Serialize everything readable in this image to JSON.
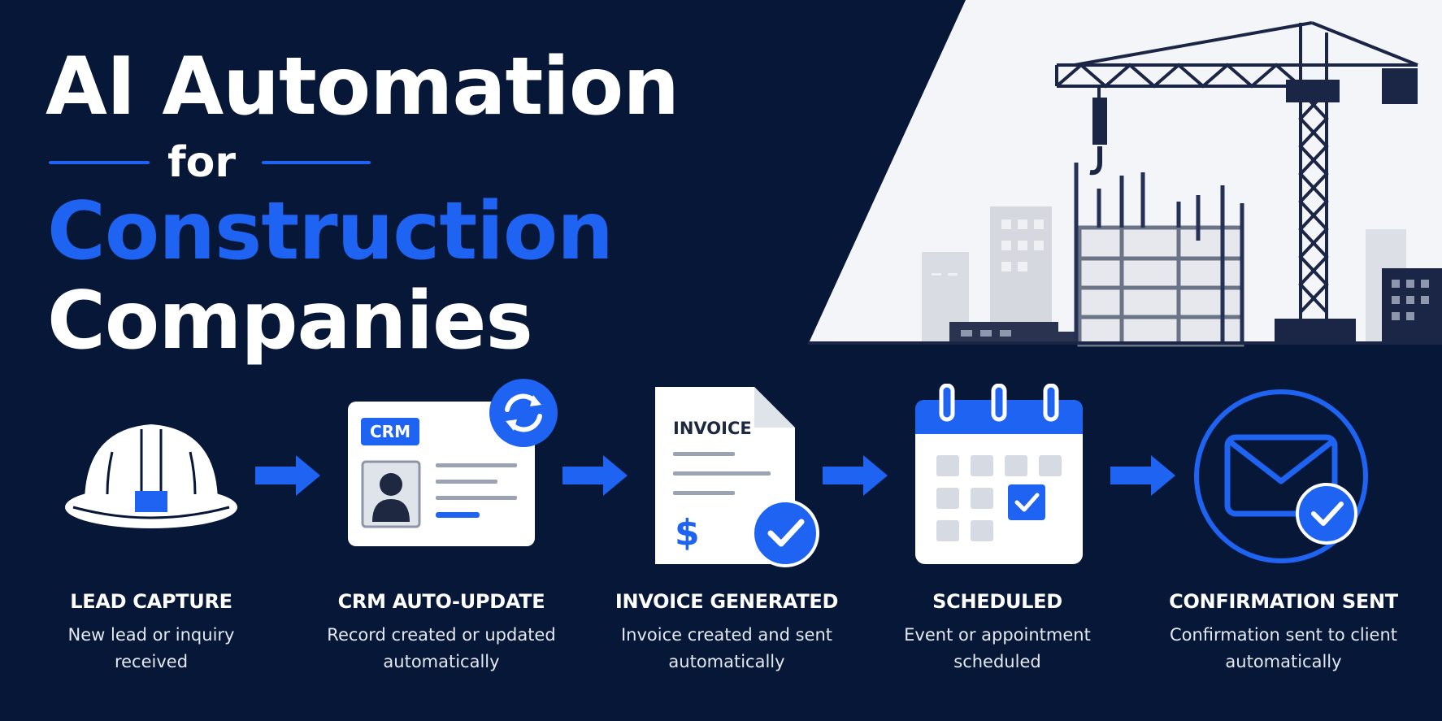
{
  "title": {
    "line1": "AI Automation",
    "line2": "for",
    "line3": "Construction",
    "line4": "Companies"
  },
  "colors": {
    "background": "#071737",
    "accent": "#1f63f2",
    "panel": "#f4f5f8",
    "text": "#ffffff"
  },
  "steps": [
    {
      "icon": "hard-hat-icon",
      "title": "LEAD CAPTURE",
      "desc_line1": "New lead or inquiry",
      "desc_line2": "received"
    },
    {
      "icon": "crm-card-icon",
      "badge": "CRM",
      "title": "CRM AUTO-UPDATE",
      "desc_line1": "Record created or updated",
      "desc_line2": "automatically"
    },
    {
      "icon": "invoice-icon",
      "badge": "INVOICE",
      "currency": "$",
      "title": "INVOICE GENERATED",
      "desc_line1": "Invoice created and sent",
      "desc_line2": "automatically"
    },
    {
      "icon": "calendar-icon",
      "title": "SCHEDULED",
      "desc_line1": "Event or appointment",
      "desc_line2": "scheduled"
    },
    {
      "icon": "envelope-check-icon",
      "title": "CONFIRMATION SENT",
      "desc_line1": "Confirmation sent to client",
      "desc_line2": "automatically"
    }
  ]
}
